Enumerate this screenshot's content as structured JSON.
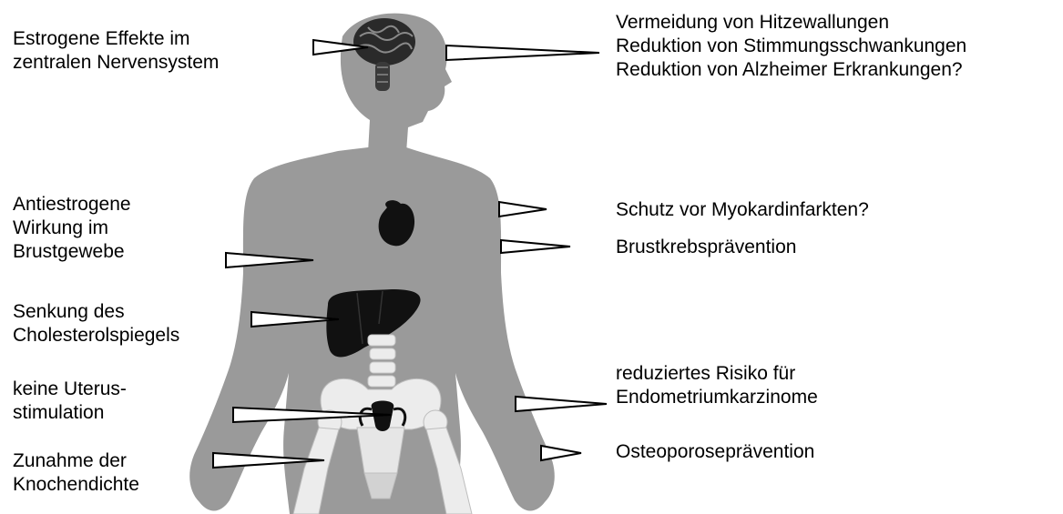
{
  "left_labels": {
    "cns": [
      "Estrogene Effekte im",
      "zentralen Nervensystem"
    ],
    "breast": [
      "Antiestrogene",
      "Wirkung im",
      "Brustgewebe"
    ],
    "cholesterol": [
      "Senkung des",
      "Cholesterolspiegels"
    ],
    "uterus": [
      "keine Uterus-",
      "stimulation"
    ],
    "bone": [
      "Zunahme der",
      "Knochendichte"
    ]
  },
  "right_labels": {
    "cns_effects": [
      "Vermeidung von Hitzewallungen",
      "Reduktion von Stimmungsschwankungen",
      "Reduktion von Alzheimer Erkrankungen?"
    ],
    "heart": [
      "Schutz vor Myokardinfarkten?"
    ],
    "breast_cancer": [
      "Brustkrebsprävention"
    ],
    "endometrium": [
      "reduziertes Risiko für",
      "Endometriumkarzinome"
    ],
    "osteoporosis": [
      "Osteoporoseprävention"
    ]
  },
  "colors": {
    "body": "#9a9a9a",
    "organ": "#111111",
    "bone": "#ececec",
    "arrow_fill": "#ffffff",
    "arrow_stroke": "#000000"
  }
}
